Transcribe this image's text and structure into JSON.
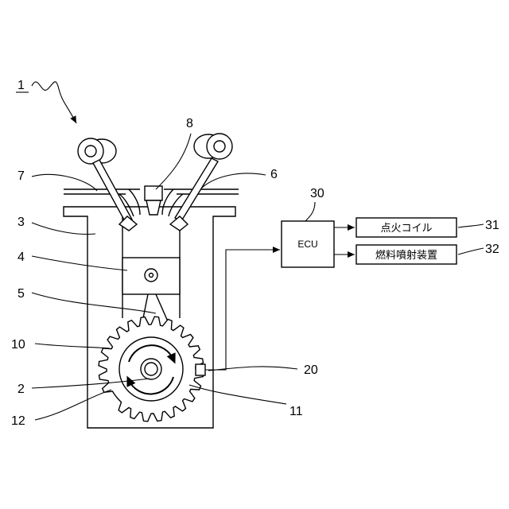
{
  "refs": {
    "r1": "1",
    "r2": "2",
    "r3": "3",
    "r4": "4",
    "r5": "5",
    "r6": "6",
    "r7": "7",
    "r8": "8",
    "r10": "10",
    "r11": "11",
    "r12": "12",
    "r20": "20",
    "r30": "30",
    "r31": "31",
    "r32": "32"
  },
  "blocks": {
    "ecu": "ECU",
    "ignition_coil": "点火コイル",
    "fuel_injector": "燃料噴射装置"
  }
}
